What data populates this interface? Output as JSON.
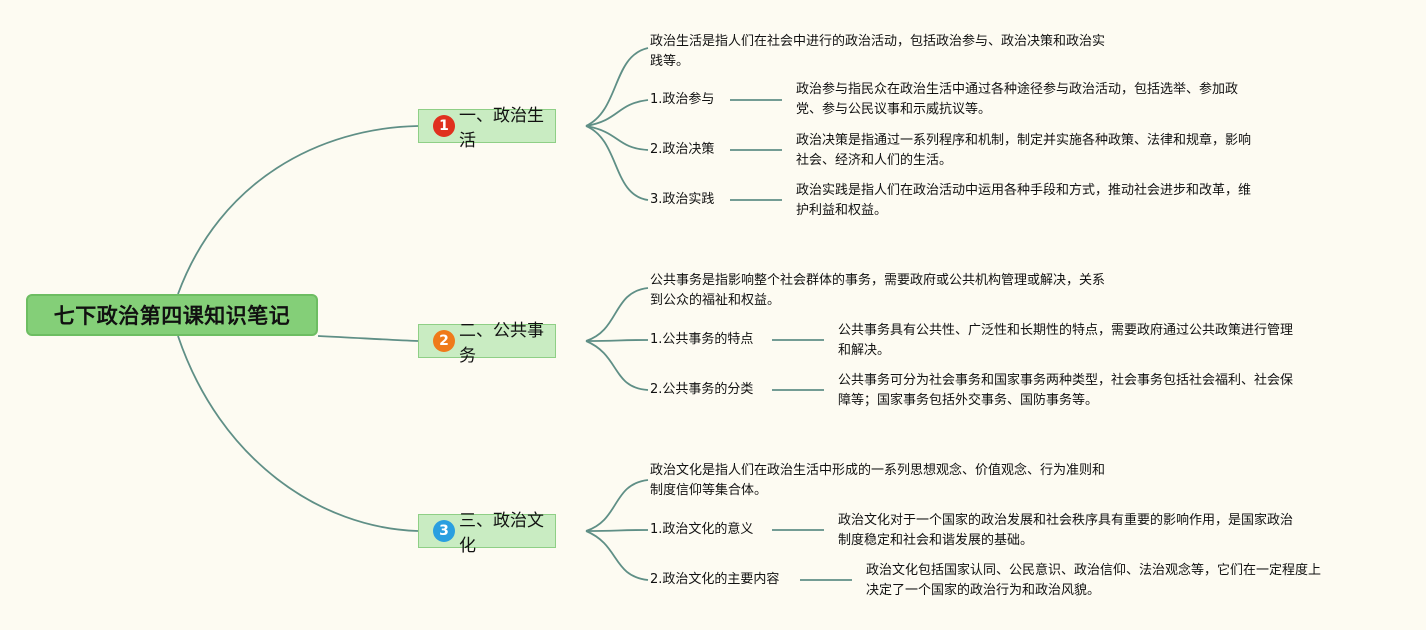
{
  "colors": {
    "root_fill": "#84cf78",
    "branch_fill": "#c9ecc2",
    "connector": "#5f8f86",
    "background": "#fdfbf2",
    "badge_1": "#e0301e",
    "badge_2": "#ef7a1a",
    "badge_3": "#2a9fe0"
  },
  "root": {
    "title": "七下政治第四课知识笔记"
  },
  "branches": [
    {
      "number": "1",
      "title": "一、政治生活",
      "intro_line1": "政治生活是指人们在社会中进行的政治活动，包括政治参与、政治决策和政治实",
      "intro_line2": "践等。",
      "subs": [
        {
          "title": "1.政治参与",
          "desc_line1": "政治参与指民众在政治生活中通过各种途径参与政治活动，包括选举、参加政",
          "desc_line2": "党、参与公民议事和示威抗议等。"
        },
        {
          "title": "2.政治决策",
          "desc_line1": "政治决策是指通过一系列程序和机制，制定并实施各种政策、法律和规章，影响",
          "desc_line2": "社会、经济和人们的生活。"
        },
        {
          "title": "3.政治实践",
          "desc_line1": "政治实践是指人们在政治活动中运用各种手段和方式，推动社会进步和改革，维",
          "desc_line2": "护利益和权益。"
        }
      ]
    },
    {
      "number": "2",
      "title": "二、公共事务",
      "intro_line1": "公共事务是指影响整个社会群体的事务，需要政府或公共机构管理或解决，关系",
      "intro_line2": "到公众的福祉和权益。",
      "subs": [
        {
          "title": "1.公共事务的特点",
          "desc_line1": "公共事务具有公共性、广泛性和长期性的特点，需要政府通过公共政策进行管理",
          "desc_line2": "和解决。"
        },
        {
          "title": "2.公共事务的分类",
          "desc_line1": "公共事务可分为社会事务和国家事务两种类型，社会事务包括社会福利、社会保",
          "desc_line2": "障等；国家事务包括外交事务、国防事务等。"
        }
      ]
    },
    {
      "number": "3",
      "title": "三、政治文化",
      "intro_line1": "政治文化是指人们在政治生活中形成的一系列思想观念、价值观念、行为准则和",
      "intro_line2": "制度信仰等集合体。",
      "subs": [
        {
          "title": "1.政治文化的意义",
          "desc_line1": "政治文化对于一个国家的政治发展和社会秩序具有重要的影响作用，是国家政治",
          "desc_line2": "制度稳定和社会和谐发展的基础。"
        },
        {
          "title": "2.政治文化的主要内容",
          "desc_line1": "政治文化包括国家认同、公民意识、政治信仰、法治观念等，它们在一定程度上",
          "desc_line2": "决定了一个国家的政治行为和政治风貌。"
        }
      ]
    }
  ]
}
